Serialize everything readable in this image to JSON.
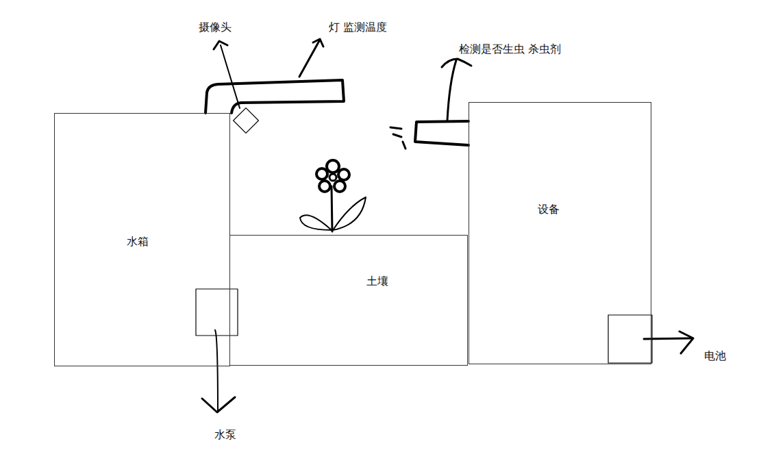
{
  "diagram": {
    "nodes": [
      {
        "text": [
          "水箱"
        ]
      },
      {
        "text": [
          "土壤"
        ]
      },
      {
        "text": [
          "设备"
        ]
      }
    ],
    "labels": [
      "摄像头",
      "灯 监测温度",
      "检测是否生虫 杀虫剂",
      "水泵",
      "电池"
    ]
  }
}
